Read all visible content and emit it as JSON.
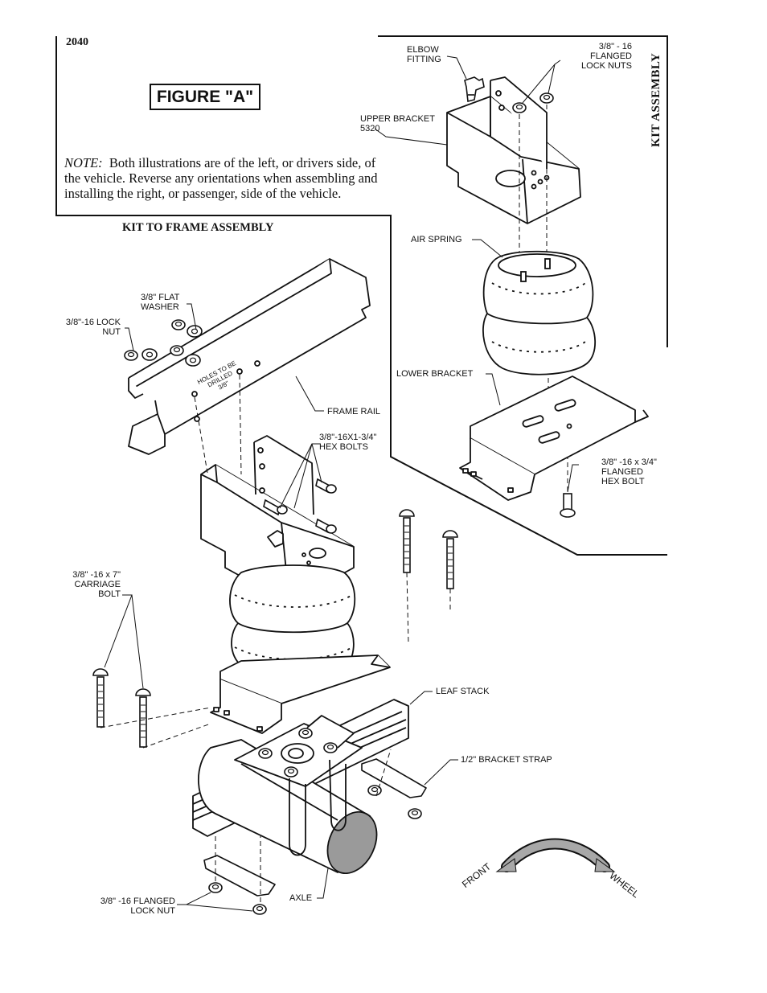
{
  "page_number": "2040",
  "figure_title": "FIGURE \"A\"",
  "note": {
    "lead": "NOTE:",
    "text": "Both illustrations are of the left, or drivers side, of the vehicle.  Reverse any orientations when assembling and installing the right, or passenger, side of the vehicle."
  },
  "sections": {
    "kit_to_frame": "KIT TO FRAME ASSEMBLY",
    "kit_assembly": "KIT ASSEMBLY"
  },
  "labels": {
    "elbow_fitting": "ELBOW\nFITTING",
    "flanged_lock_nuts": "3/8\" - 16\nFLANGED\nLOCK NUTS",
    "upper_bracket": "UPPER BRACKET\n5320",
    "air_spring": "AIR SPRING",
    "lower_bracket": "LOWER BRACKET",
    "flanged_hex_bolt": "3/8\" -16 x 3/4\"\nFLANGED\nHEX BOLT",
    "flat_washer": "3/8\" FLAT\nWASHER",
    "lock_nut": "3/8\"-16 LOCK\nNUT",
    "frame_rail": "FRAME RAIL",
    "hex_bolts": "3/8\"-16X1-3/4\"\nHEX BOLTS",
    "holes_to_be_drilled": "HOLES TO BE\nDRILLED\n3/8\"",
    "carriage_bolt": "3/8\" -16 x 7\"\nCARRIAGE\nBOLT",
    "leaf_stack": "LEAF STACK",
    "bracket_strap": "1/2\" BRACKET STRAP",
    "flanged_lock_nut": "3/8\" -16 FLANGED\nLOCK NUT",
    "axle": "AXLE"
  },
  "directions": {
    "front": "FRONT",
    "wheel": "WHEEL"
  },
  "colors": {
    "line": "#111111",
    "axle_end": "#9a9a9a",
    "arrow": "#a8a8a8"
  }
}
